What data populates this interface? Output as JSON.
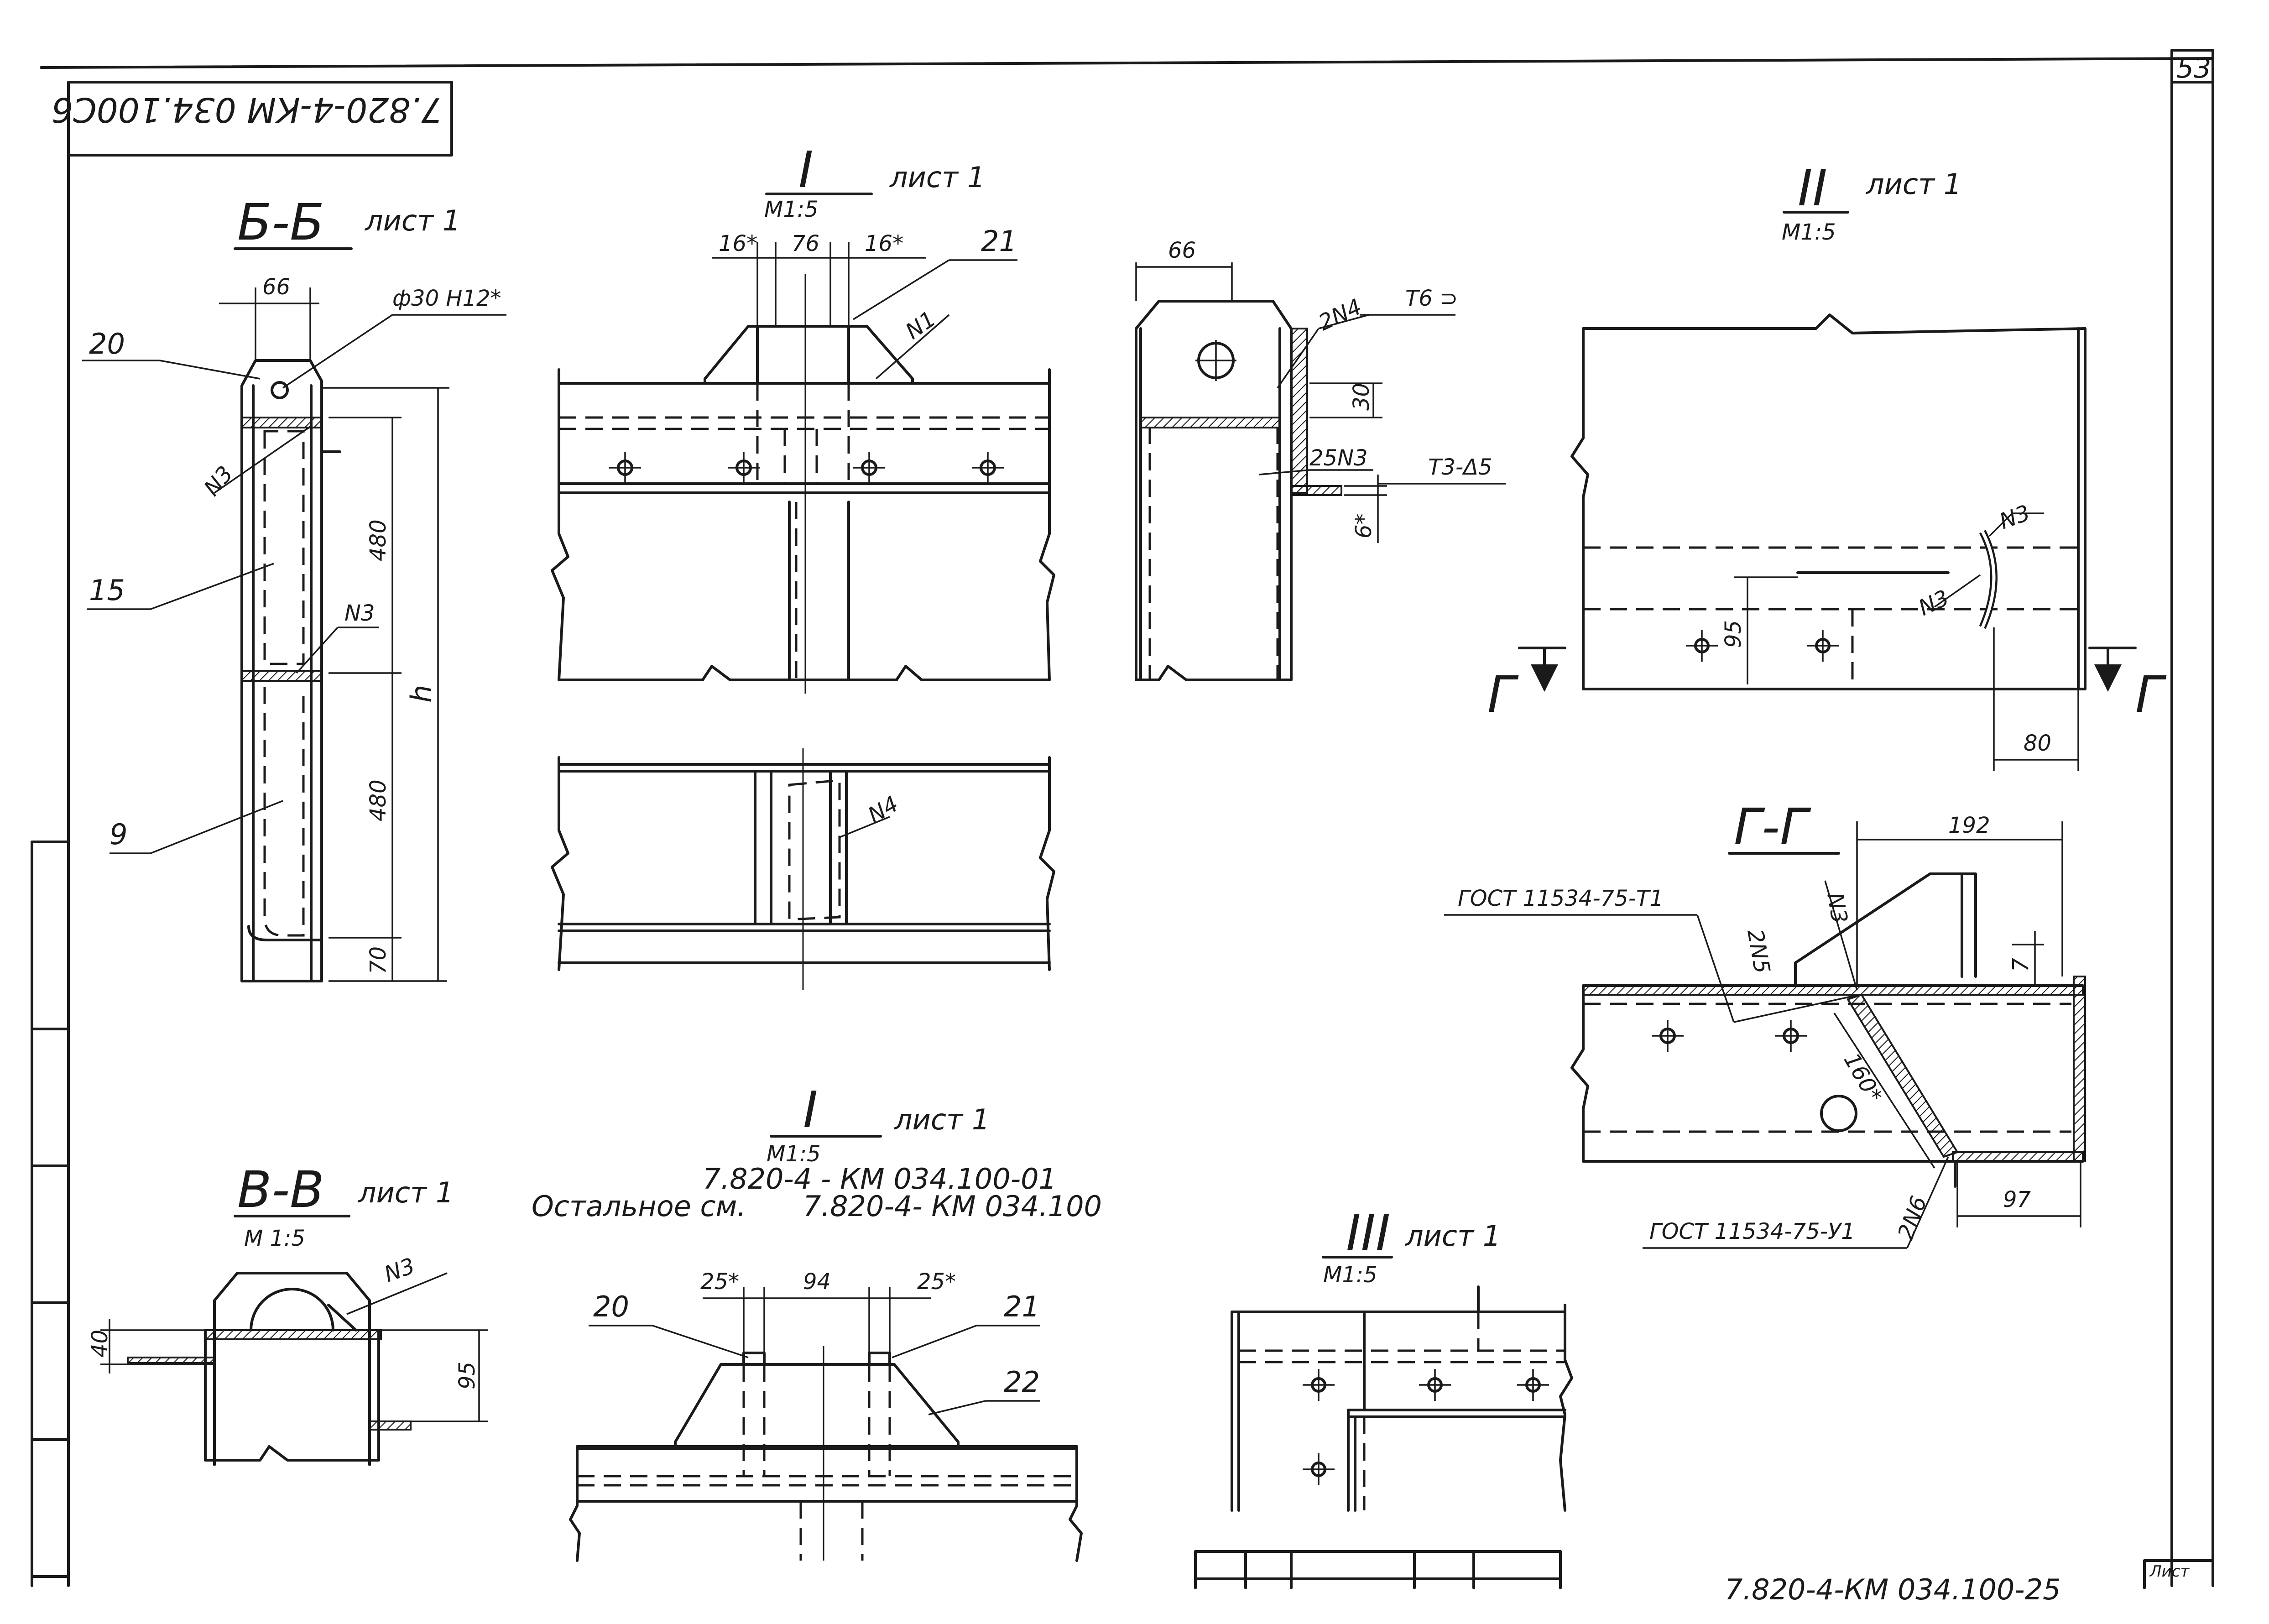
{
  "sheet": {
    "page_number": "53",
    "doc_code_rotated": "7.820-4-КМ 034.100С6",
    "corner_label": "Лист",
    "bottom_code": "7.820-4-КМ 034.100-25"
  },
  "views": {
    "bb": {
      "title": "Б-Б",
      "ref": "лист 1",
      "dims": [
        "66",
        "480",
        "480",
        "70",
        "h"
      ],
      "callouts": [
        "20",
        "15",
        "9",
        "N3",
        "N3"
      ],
      "note": "ф30 Н12*"
    },
    "i_top": {
      "title": "I",
      "scale": "М1:5",
      "ref": "лист 1",
      "dims": [
        "16*",
        "76",
        "16*"
      ],
      "callouts": [
        "21",
        "N1",
        "N4"
      ]
    },
    "ii_side": {
      "dims": [
        "66",
        "30",
        "6*"
      ],
      "callouts": [
        "2N4",
        "25N3"
      ],
      "notes": [
        "Т6 ⊃",
        "Т3-Δ5"
      ]
    },
    "ii": {
      "title": "II",
      "ref": "лист 1",
      "scale": "М1:5",
      "dims": [
        "95",
        "80"
      ],
      "callouts": [
        "N3",
        "N3"
      ],
      "section": "Г"
    },
    "gg": {
      "title": "Г-Г",
      "dims": [
        "192",
        "7",
        "160*",
        "97"
      ],
      "callouts": [
        "N3",
        "2N5",
        "2N6"
      ],
      "notes": [
        "ГОСТ 11534-75-Т1",
        "ГОСТ 11534-75-У1"
      ]
    },
    "vv": {
      "title": "В-В",
      "ref": "лист 1",
      "scale": "М 1:5",
      "dims": [
        "40",
        "95"
      ],
      "callouts": [
        "N3"
      ]
    },
    "i_bottom": {
      "title": "I",
      "ref": "лист 1",
      "scale": "М1:5",
      "doc_line": "7.820-4 - КМ 034.100-01",
      "rest_label": "Остальное см.",
      "rest_doc": "7.820-4- КМ 034.100",
      "dims": [
        "25*",
        "94",
        "25*"
      ],
      "callouts": [
        "20",
        "21",
        "22"
      ]
    },
    "iii": {
      "title": "III",
      "ref": "лист 1",
      "scale": "М1:5"
    }
  }
}
